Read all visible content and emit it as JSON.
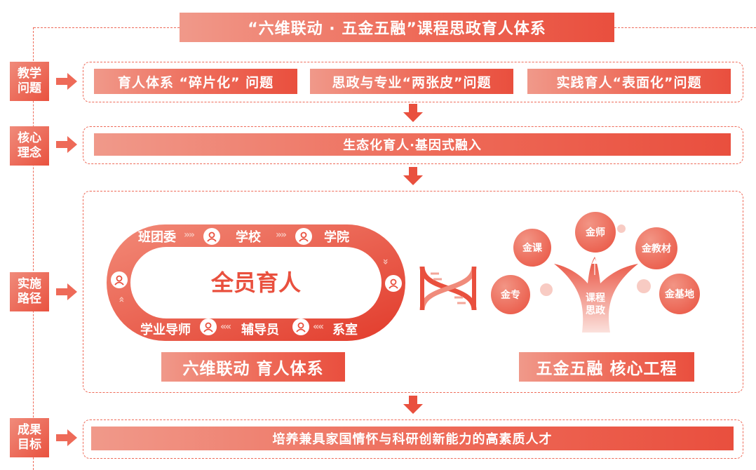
{
  "title": "“六维联动 · 五金五融”课程思政育人体系",
  "rows": {
    "problems": {
      "label": "教学\n问题",
      "items": [
        "育人体系 “碎片化” 问题",
        "思政与专业“两张皮”问题",
        "实践育人“表面化”问题"
      ]
    },
    "concept": {
      "label": "核心\n理念",
      "text": "生态化育人·基因式融入"
    },
    "path": {
      "label": "实施\n路径"
    },
    "goal": {
      "label": "成果\n目标",
      "text": "培养兼具家国情怀与科研创新能力的高素质人才"
    }
  },
  "six_dim": {
    "center": "全员育人",
    "nodes": [
      "班团委",
      "学校",
      "学院",
      "学业导师",
      "辅导员",
      "系室"
    ],
    "caption": "六维联动 育人体系"
  },
  "five_gold": {
    "trunk": "课程\n思政",
    "nodes": [
      "金课",
      "金师",
      "金教材",
      "金专",
      "金基地"
    ],
    "caption": "五金五融 核心工程"
  },
  "colors": {
    "accent": "#e94f3e",
    "light": "#f0998a",
    "pale": "#f8cbc3"
  },
  "icons": [
    "person-icon",
    "dna-icon",
    "arrow-right-icon",
    "arrow-down-icon",
    "tree-icon"
  ]
}
